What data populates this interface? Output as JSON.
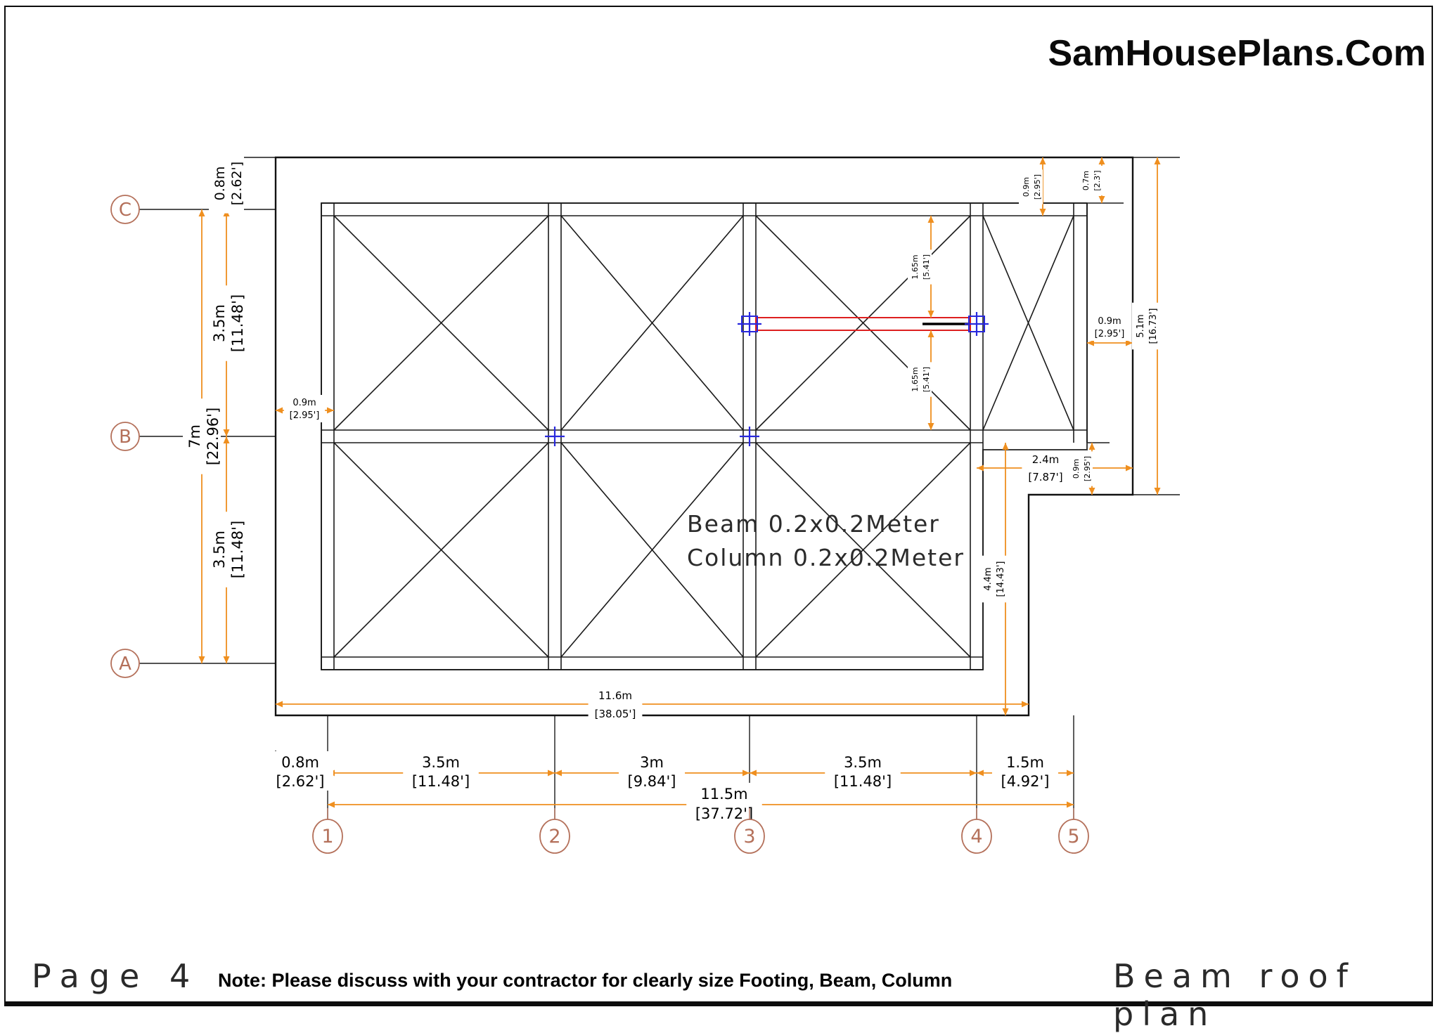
{
  "page": {
    "site_title": "SamHousePlans.Com"
  },
  "footer": {
    "page_label": "Page 4",
    "note": "Note: Please discuss with your contractor for clearly size Footing, Beam, Column",
    "plan_title": "Beam roof plan"
  },
  "plan": {
    "annotations": {
      "beam": "Beam  0.2x0.2Meter",
      "column": "Column  0.2x0.2Meter"
    },
    "grid": {
      "rows": [
        "C",
        "B",
        "A"
      ],
      "cols": [
        "1",
        "2",
        "3",
        "4",
        "5"
      ]
    },
    "colors": {
      "line": "#1a1a1a",
      "dimension": "#ef8f1f",
      "grid_bubble": "#b4705a",
      "highlight_beam": "#dd2020",
      "column_marker": "#2828dd"
    },
    "dimensions": {
      "left_width_overhang": {
        "m": "0.8m",
        "ft": "[2.62']"
      },
      "left_span_cb": {
        "m": "3.5m",
        "ft": "[11.48']"
      },
      "left_total": {
        "m": "7m",
        "ft": "[22.96']"
      },
      "left_span_ba": {
        "m": "3.5m",
        "ft": "[11.48']"
      },
      "left_offset": {
        "m": "0.9m",
        "ft": "[2.95']"
      },
      "top_right_offset_a": {
        "m": "0.9m",
        "ft": "[2.95']"
      },
      "top_right_offset_b": {
        "m": "0.7m",
        "ft": "[2.3']"
      },
      "right_offset": {
        "m": "0.9m",
        "ft": "[2.95']"
      },
      "right_height": {
        "m": "5.1m",
        "ft": "[16.73']"
      },
      "right_step_width": {
        "m": "2.4m",
        "ft": "[7.87']"
      },
      "right_step_offset": {
        "m": "0.9m",
        "ft": "[2.95']"
      },
      "right_lower_height": {
        "m": "4.4m",
        "ft": "[14.43']"
      },
      "mid_upper": {
        "m": "1.65m",
        "ft": "[5.41']"
      },
      "mid_lower": {
        "m": "1.65m",
        "ft": "[5.41']"
      },
      "bottom_overhang": {
        "m": "0.8m",
        "ft": "[2.62']"
      },
      "bottom_span_12": {
        "m": "3.5m",
        "ft": "[11.48']"
      },
      "bottom_span_23": {
        "m": "3m",
        "ft": "[9.84']"
      },
      "bottom_span_34": {
        "m": "3.5m",
        "ft": "[11.48']"
      },
      "bottom_span_45": {
        "m": "1.5m",
        "ft": "[4.92']"
      },
      "bottom_total": {
        "m": "11.5m",
        "ft": "[37.72']"
      },
      "bottom_inner_width": {
        "m": "11.6m",
        "ft": "[38.05']"
      }
    }
  }
}
